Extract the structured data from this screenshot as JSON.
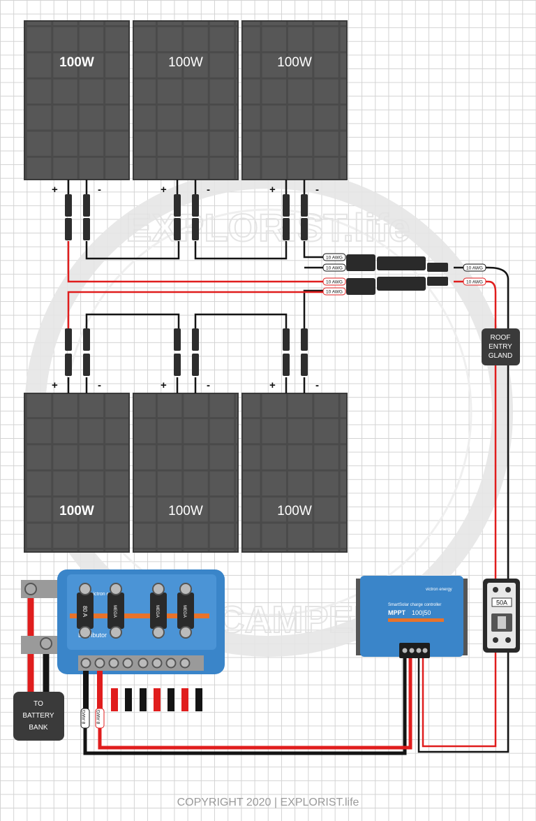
{
  "panels": {
    "top": [
      {
        "label": "100W"
      },
      {
        "label": "100W"
      },
      {
        "label": "100W"
      }
    ],
    "bottom": [
      {
        "label": "100W"
      },
      {
        "label": "100W"
      },
      {
        "label": "100W"
      }
    ]
  },
  "polarity": {
    "positive": "+",
    "negative": "-"
  },
  "wire_gauge": {
    "label": "10 AWG",
    "awg_main": "8 AWG"
  },
  "roof_gland": {
    "line1": "ROOF",
    "line2": "ENTRY",
    "line3": "GLAND"
  },
  "battery": {
    "line1": "TO",
    "line2": "BATTERY",
    "line3": "BANK"
  },
  "breaker": {
    "rating": "50A"
  },
  "charge_controller": {
    "brand": "victron energy",
    "model_line": "SmartSolar charge controller",
    "type": "MPPT",
    "rating": "100|50"
  },
  "distributor": {
    "brand": "victron energy",
    "name": "Distributor",
    "fuse_label": "80 A",
    "fuse_small": "MEGA"
  },
  "watermark": {
    "text_top": "EXPLORIST.life",
    "text_bottom": "VAN CAMPERS"
  },
  "footer": {
    "copyright": "COPYRIGHT 2020 | EXPLORIST.life"
  },
  "colors": {
    "panel": "#4a4a4a",
    "panel_cell": "#5c5c5c",
    "red_wire": "#e01d1d",
    "black_wire": "#141414",
    "victron_blue": "#3a85c9",
    "dark_box": "#3a3a3a"
  }
}
